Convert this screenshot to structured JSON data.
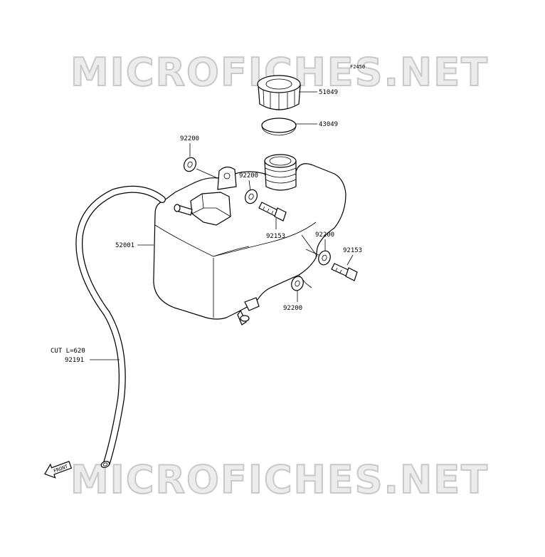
{
  "figure_code": "F2450",
  "watermark": "MICROFICHES.NET",
  "front_label": "FRONT",
  "callouts": [
    {
      "id": "cap",
      "text": "51049"
    },
    {
      "id": "cap-gasket",
      "text": "43049"
    },
    {
      "id": "washer-top",
      "text": "92200"
    },
    {
      "id": "washer-mid",
      "text": "92200"
    },
    {
      "id": "bolt-mid",
      "text": "92153"
    },
    {
      "id": "washer-right",
      "text": "92200"
    },
    {
      "id": "bolt-right",
      "text": "92153"
    },
    {
      "id": "washer-bottom",
      "text": "92200"
    },
    {
      "id": "tank",
      "text": "52001"
    },
    {
      "id": "hose-cut",
      "text": "CUT L=620"
    },
    {
      "id": "hose",
      "text": "92191"
    }
  ]
}
